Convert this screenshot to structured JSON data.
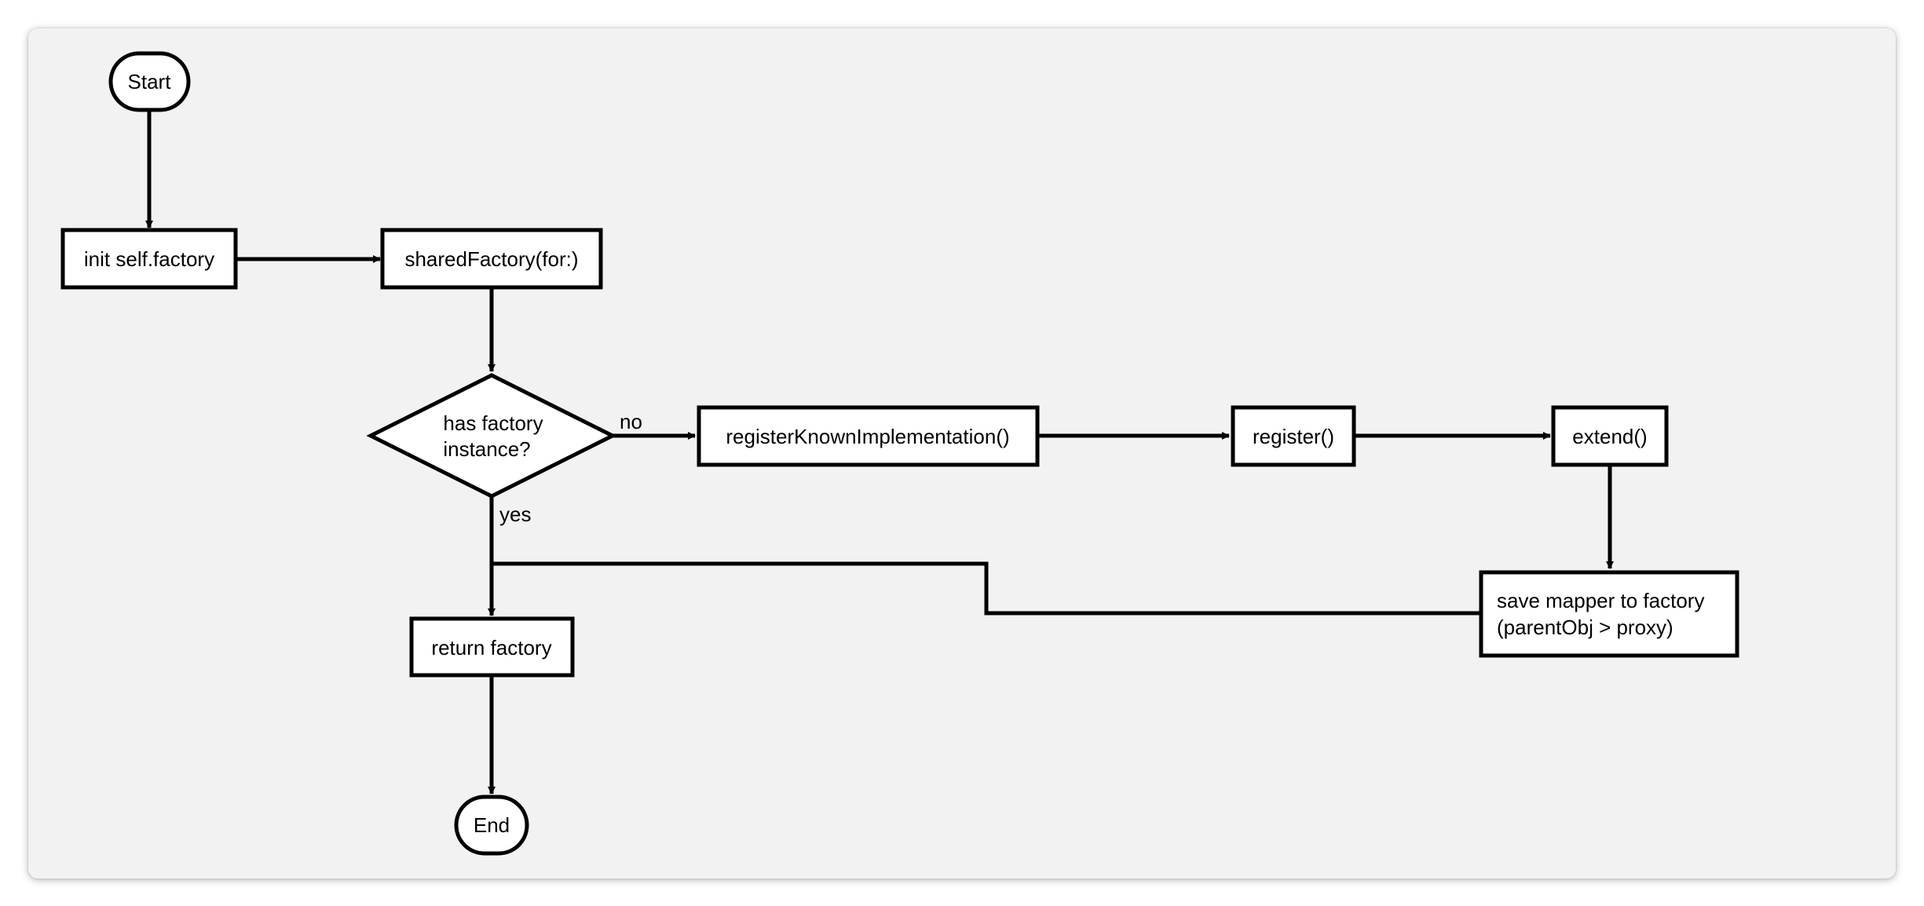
{
  "diagram": {
    "type": "flowchart",
    "nodes": {
      "start": "Start",
      "init": "init self.factory",
      "shared": "sharedFactory(for:)",
      "decision_line1": "has factory",
      "decision_line2": "instance?",
      "register_known": "registerKnownImplementation()",
      "register": "register()",
      "extend": "extend()",
      "save_line1": "save mapper to factory",
      "save_line2": "(parentObj > proxy)",
      "return": "return factory",
      "end": "End"
    },
    "edge_labels": {
      "no": "no",
      "yes": "yes"
    },
    "edges": [
      {
        "from": "Start",
        "to": "init self.factory"
      },
      {
        "from": "init self.factory",
        "to": "sharedFactory(for:)"
      },
      {
        "from": "sharedFactory(for:)",
        "to": "has factory instance?"
      },
      {
        "from": "has factory instance?",
        "to": "registerKnownImplementation()",
        "label": "no"
      },
      {
        "from": "registerKnownImplementation()",
        "to": "register()"
      },
      {
        "from": "register()",
        "to": "extend()"
      },
      {
        "from": "extend()",
        "to": "save mapper to factory (parentObj > proxy)"
      },
      {
        "from": "save mapper to factory (parentObj > proxy)",
        "to": "return factory"
      },
      {
        "from": "has factory instance?",
        "to": "return factory",
        "label": "yes"
      },
      {
        "from": "return factory",
        "to": "End"
      }
    ],
    "colors": {
      "background": "#f2f2f2",
      "stroke": "#000000",
      "node_fill": "#ffffff"
    }
  }
}
